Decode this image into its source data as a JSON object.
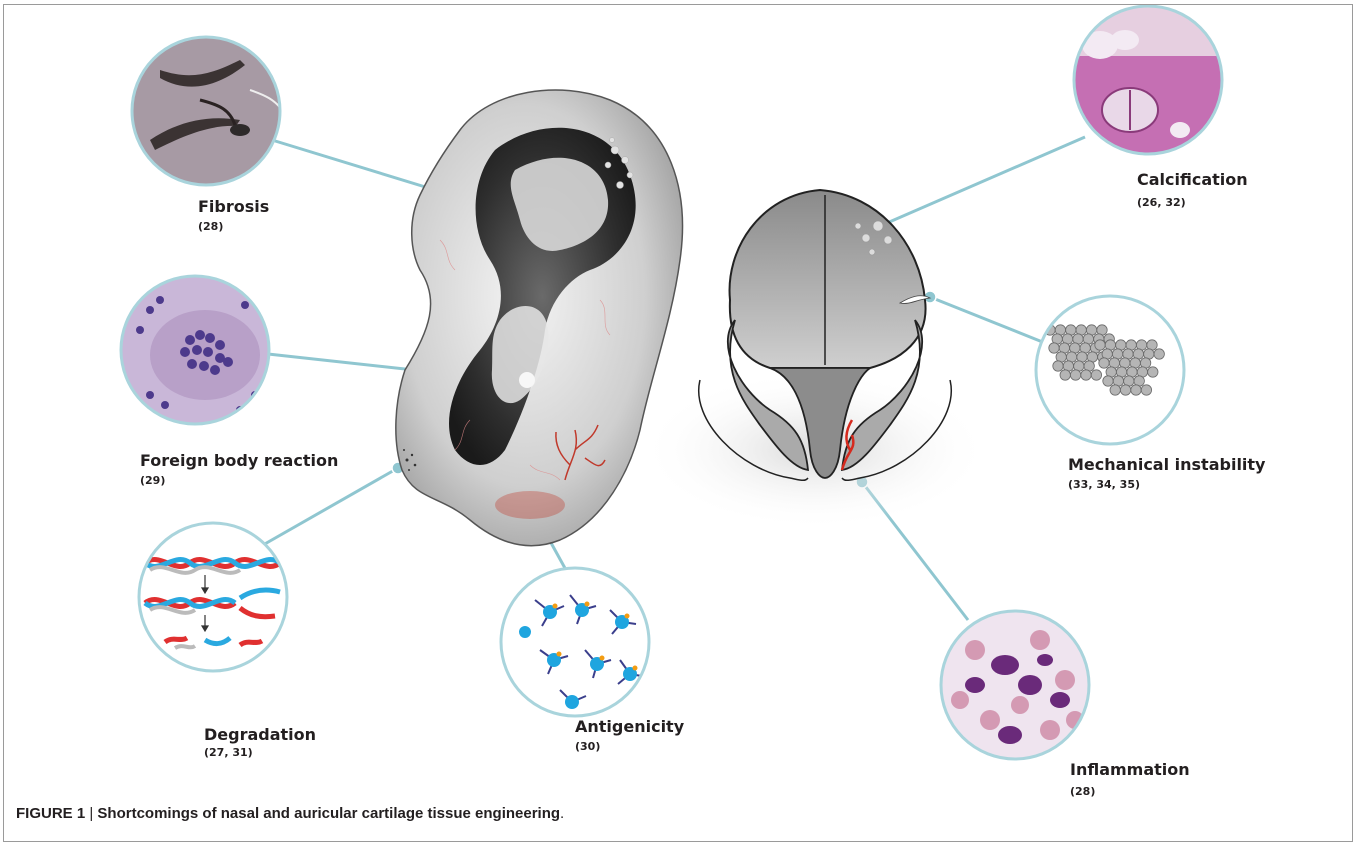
{
  "labels": {
    "fibrosis": {
      "title": "Fibrosis",
      "refs": "(28)"
    },
    "foreign_body": {
      "title": "Foreign body reaction",
      "refs": "(29)"
    },
    "degradation": {
      "title": "Degradation",
      "refs": "(27, 31)"
    },
    "antigenicity": {
      "title": "Antigenicity",
      "refs": "(30)"
    },
    "calcification": {
      "title": "Calcification",
      "refs": "(26, 32)"
    },
    "mechanical": {
      "title": "Mechanical instability",
      "refs": "(33, 34, 35)"
    },
    "inflammation": {
      "title": "Inflammation",
      "refs": "(28)"
    }
  },
  "caption": {
    "figure_no": "FIGURE 1",
    "separator": " | ",
    "text": "Shortcomings of nasal and auricular cartilage tissue engineering",
    "end": "."
  },
  "colors": {
    "connector": "#8fc6d0",
    "circle_ring": "#a9d4dc",
    "inflammation_bg": "#efe4ef",
    "calcification_bg": "#c56fb3",
    "fibrosis_bg": "#9a8f99",
    "foreign_body_bg": "#c9b7d8"
  }
}
